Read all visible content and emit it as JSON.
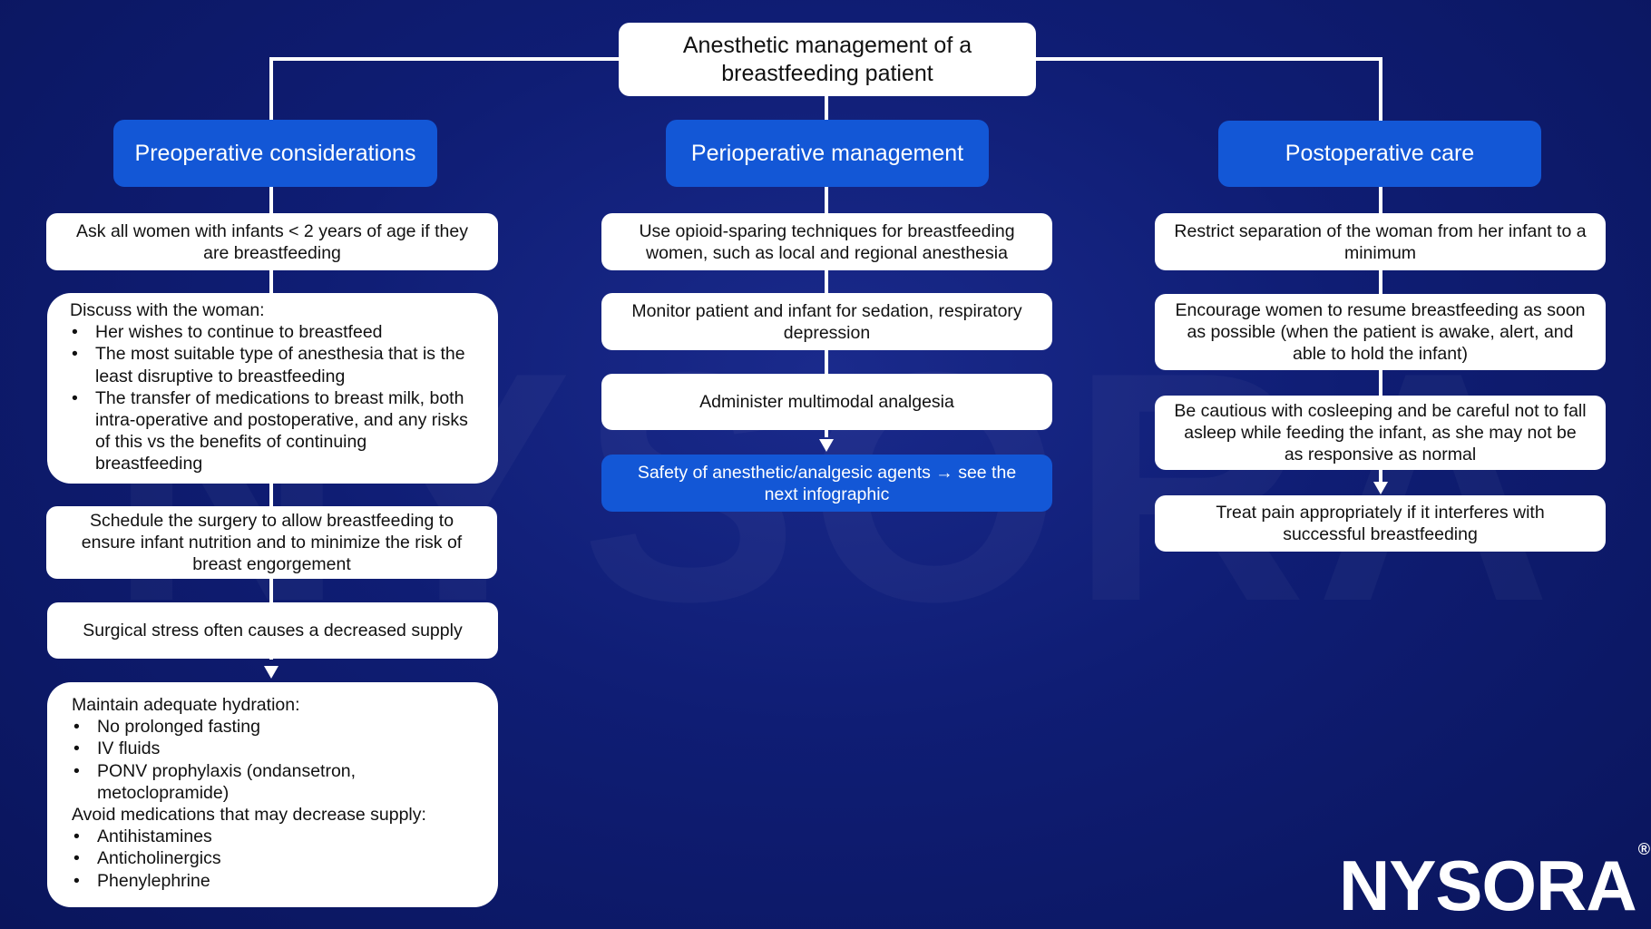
{
  "title": "Anesthetic management of a breastfeeding patient",
  "watermark": "NYSORA",
  "logo": {
    "text": "NYSORA",
    "mark": "®"
  },
  "colors": {
    "background": "#0f1d74",
    "header": "#1357d6",
    "box": "#ffffff"
  },
  "columns": [
    {
      "header": "Preoperative considerations",
      "box1": "Ask all women with infants < 2 years of age if they are breastfeeding",
      "discuss": {
        "intro": "Discuss with the woman:",
        "items": [
          "Her wishes to continue to breastfeed",
          "The most suitable type of anesthesia that is the least disruptive to breastfeeding",
          "The transfer of medications to breast milk, both intra-operative and postoperative, and any risks of this vs the benefits of continuing breastfeeding"
        ]
      },
      "box3": "Schedule the surgery to allow breastfeeding to ensure infant nutrition and to minimize the risk of breast engorgement",
      "box4": "Surgical stress often causes a decreased supply",
      "hydration": {
        "intro": "Maintain adequate hydration:",
        "items": [
          "No prolonged fasting",
          "IV fluids",
          "PONV prophylaxis (ondansetron, metoclopramide)"
        ],
        "intro2": "Avoid medications that may decrease supply:",
        "items2": [
          "Antihistamines",
          "Anticholinergics",
          "Phenylephrine"
        ]
      }
    },
    {
      "header": "Perioperative management",
      "box1": "Use opioid-sparing techniques for breastfeeding women, such as local and regional anesthesia",
      "box2": "Monitor patient and infant for sedation, respiratory depression",
      "box3": "Administer multimodal analgesia",
      "box4": "Safety of anesthetic/analgesic agents → see the next infographic"
    },
    {
      "header": "Postoperative care",
      "box1": "Restrict separation of the woman from her infant to a minimum",
      "box2": "Encourage women to resume breastfeeding as soon as possible (when the patient is awake, alert, and able to hold the infant)",
      "box3": "Be cautious with cosleeping and be careful not to fall asleep while feeding the infant, as she may not be as responsive as normal",
      "box4": "Treat pain appropriately if it interferes with successful breastfeeding"
    }
  ]
}
